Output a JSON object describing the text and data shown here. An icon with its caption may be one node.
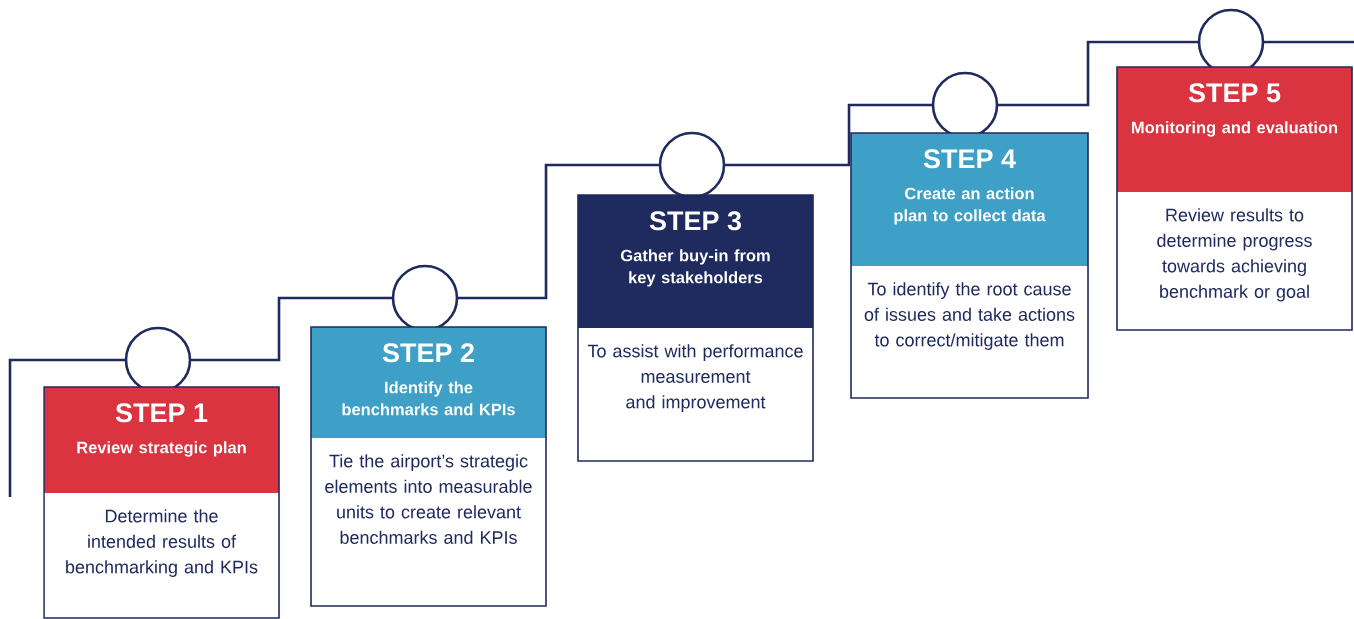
{
  "diagram": {
    "nodes": [
      {
        "text": [
          "STEP 1",
          "Review strategic plan",
          "Determine the intended results of benchmarking and KPIs"
        ]
      },
      {
        "text": [
          "STEP 2",
          "Identify the benchmarks and KPIs",
          "Tie the airport’s strategic elements into measurable units to create relevant benchmarks and KPIs"
        ]
      },
      {
        "text": [
          "STEP 3",
          "Gather buy-in from key stakeholders",
          "To assist with performance measurement and improvement"
        ]
      },
      {
        "text": [
          "STEP 4",
          "Create an action plan to collect data",
          "To identify the root cause of issues and take actions to correct/mitigate them"
        ]
      },
      {
        "text": [
          "STEP 5",
          "Monitoring and evaluation",
          "Review results to determine progress towards achieving benchmark or goal"
        ]
      }
    ]
  }
}
